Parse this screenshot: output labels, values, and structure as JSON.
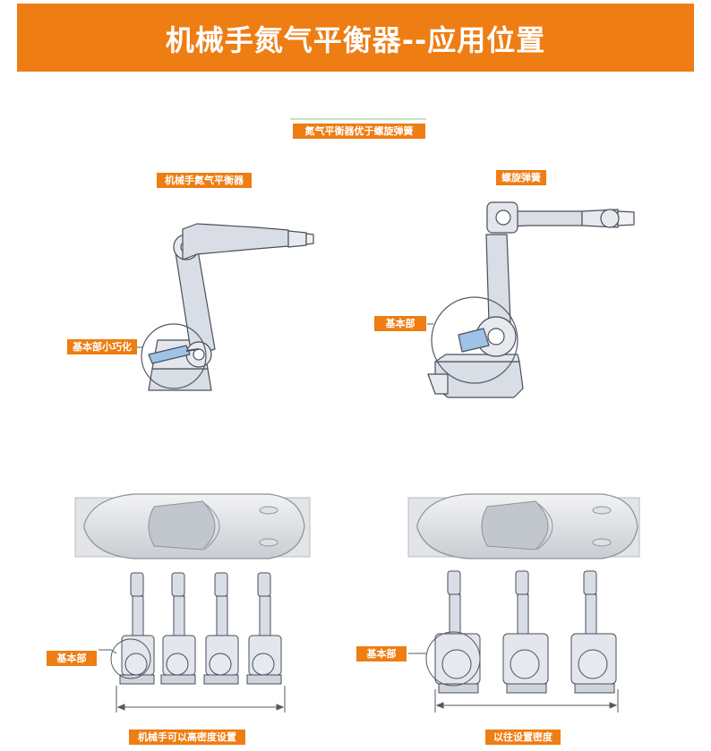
{
  "header": {
    "title": "机械手氮气平衡器--应用位置"
  },
  "labels": {
    "main_caption": "氮气平衡器优于螺旋弹簧",
    "left_robot_title": "机械手氮气平衡器",
    "right_robot_title": "螺旋弹簧",
    "left_base_note": "基本部小巧化",
    "right_base_note": "基本部",
    "bottom_left_base": "基本部",
    "bottom_right_base": "基本部",
    "bottom_left_caption": "机械手可以高密度设置",
    "bottom_right_caption": "以往设置密度"
  },
  "colors": {
    "accent": "#ee7d13",
    "robot_fill": "#d9dde5",
    "robot_stroke": "#4a4f5a",
    "balancer_blue": "#9fc3e6"
  }
}
